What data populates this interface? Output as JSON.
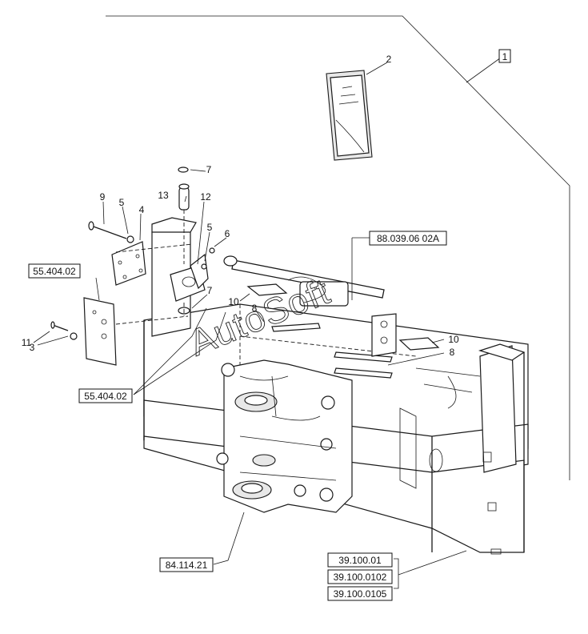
{
  "callouts": {
    "c1": "1",
    "c2": "2",
    "c3": "3",
    "c4": "4",
    "c5a": "5",
    "c5b": "5",
    "c6": "6",
    "c7a": "7",
    "c7b": "7",
    "c8a": "8",
    "c8b": "8",
    "c9": "9",
    "c10a": "10",
    "c10b": "10",
    "c11": "11",
    "c12": "12",
    "c13": "13"
  },
  "references": {
    "r_88": "88.039.06 02A",
    "r_55a": "55.404.02",
    "r_55b": "55.404.02",
    "r_84": "84.114.21",
    "r_39a": "39.100.01",
    "r_39b": "39.100.0102",
    "r_39c": "39.100.0105"
  },
  "watermark": "AutoSoft"
}
